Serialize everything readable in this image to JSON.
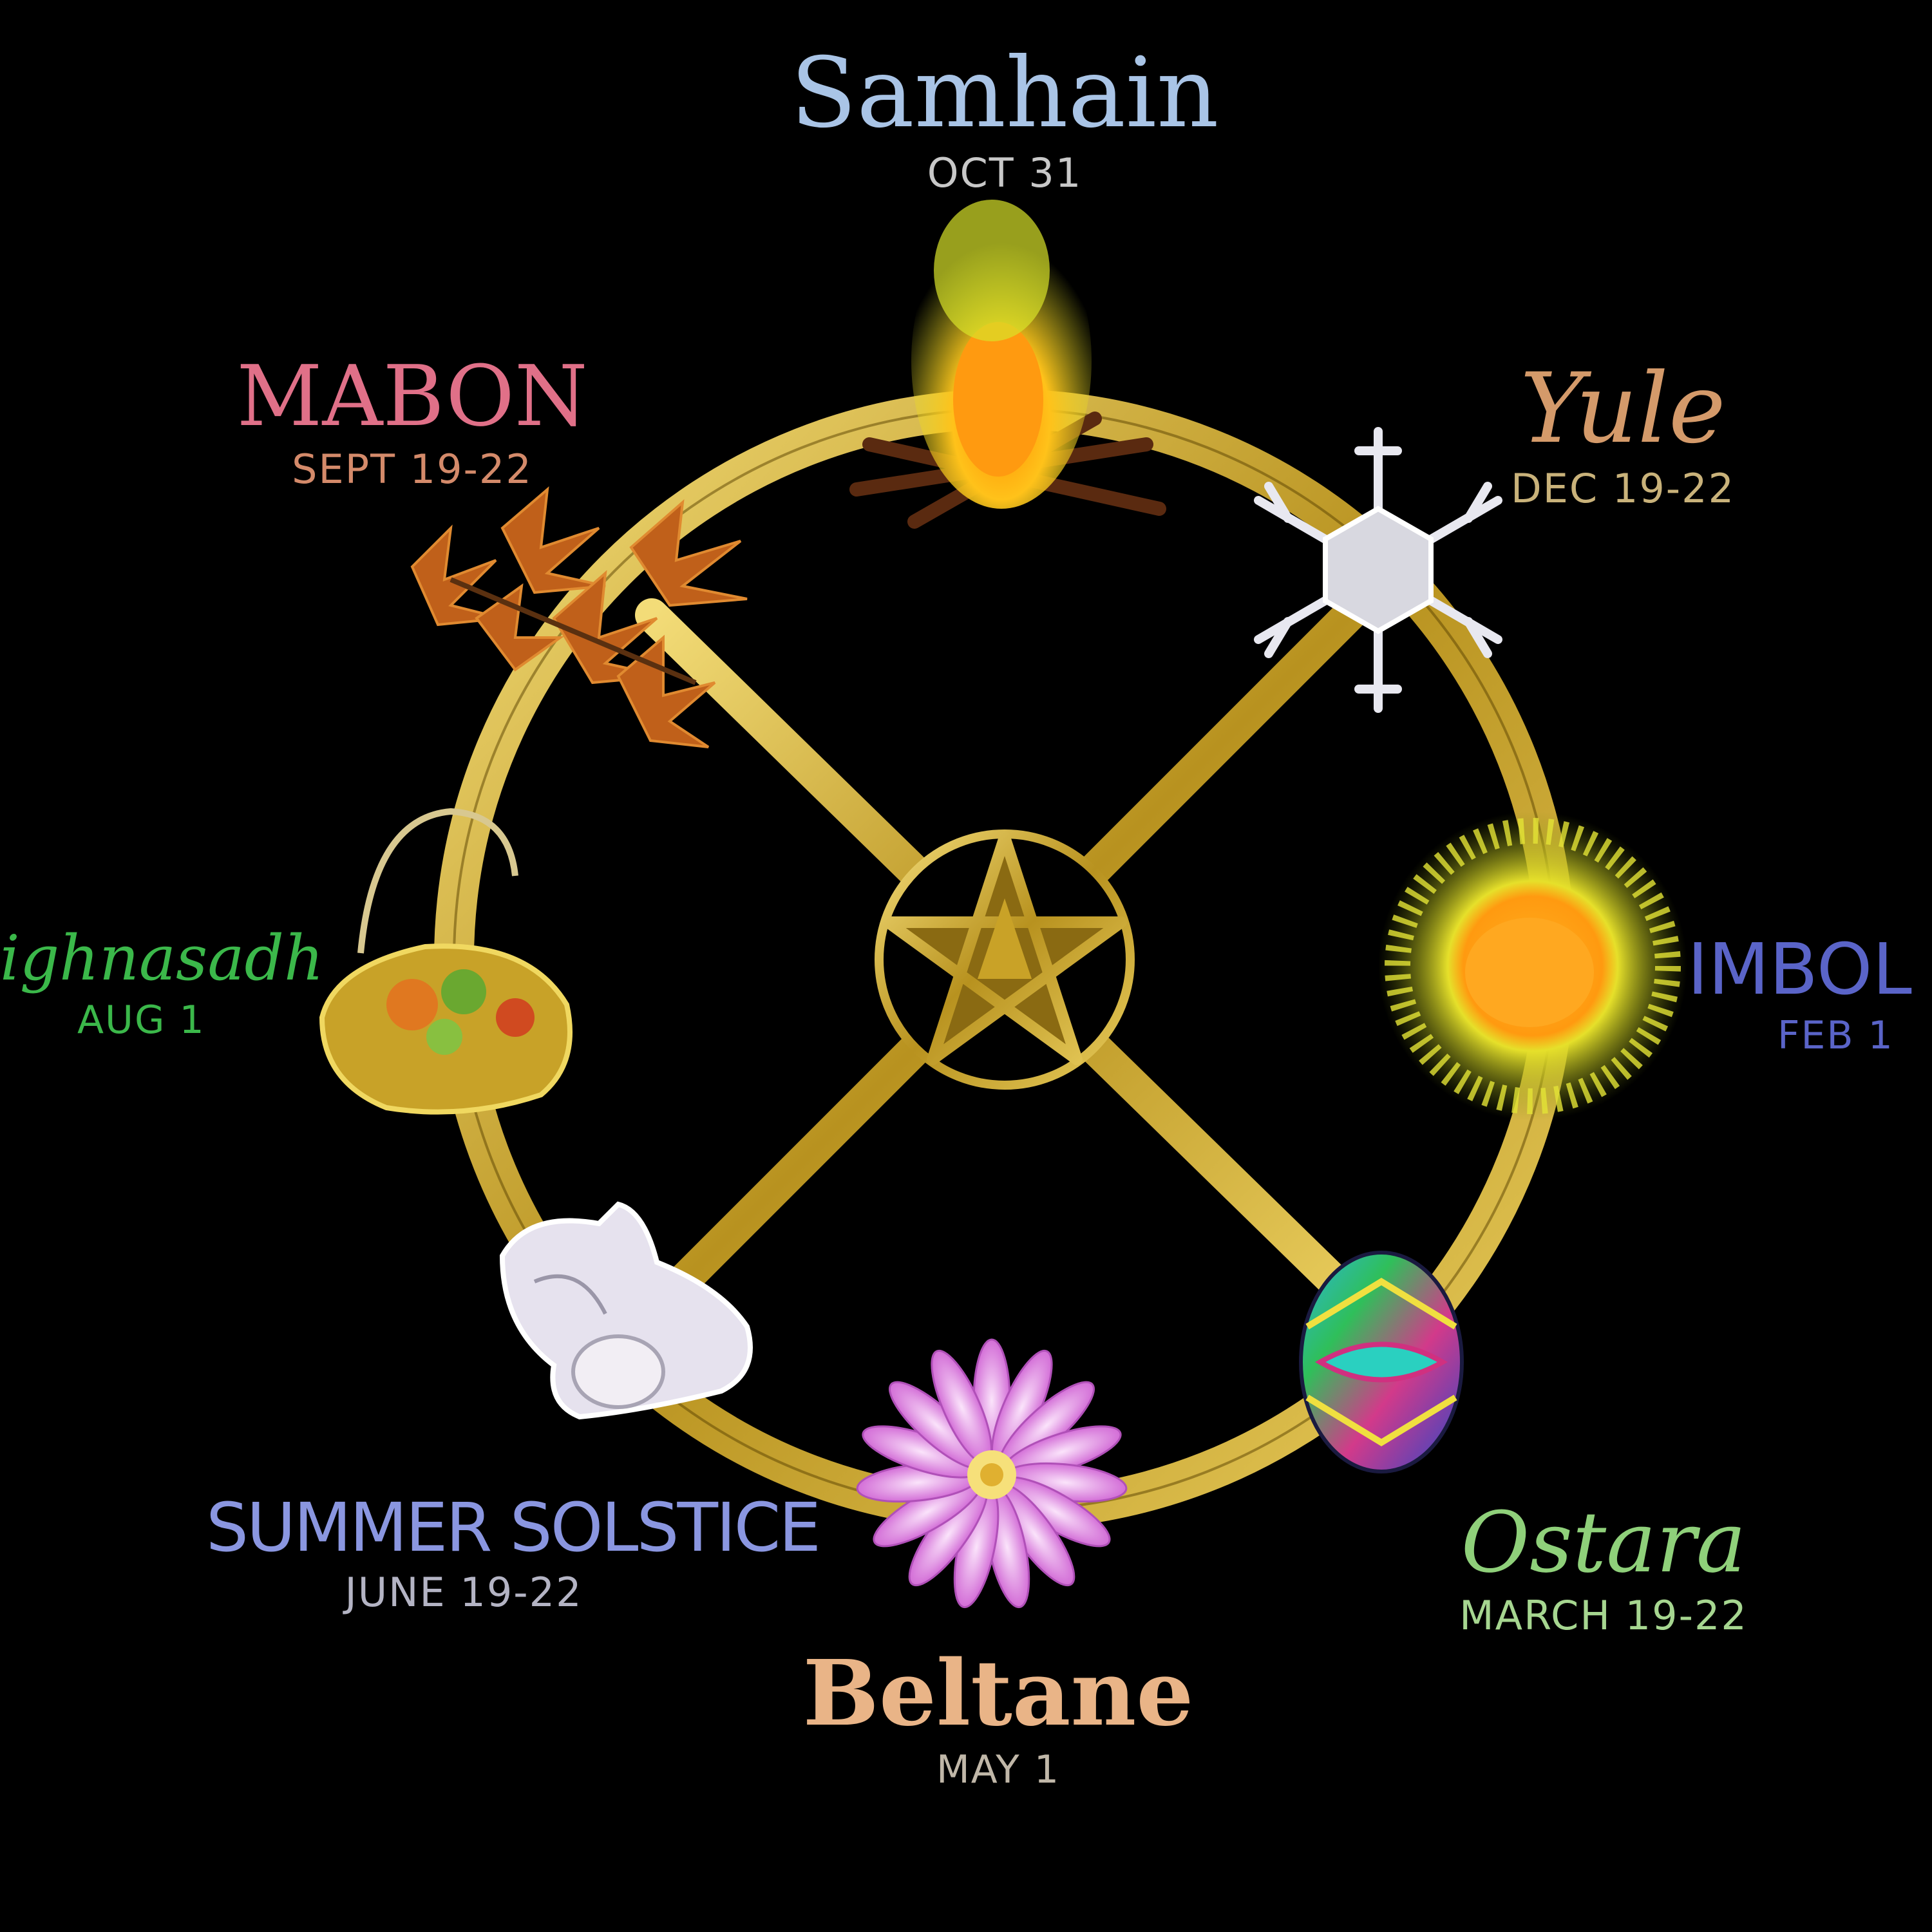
{
  "sabbats": {
    "samhain": {
      "name": "Samhain",
      "date": "OCT 31",
      "name_color": "#a9c4e6",
      "date_color": "#c8c8c8",
      "icon": "bonfire-icon"
    },
    "yule": {
      "name": "Yule",
      "date": "DEC 19-22",
      "name_color": "#d49a6a",
      "date_color": "#c9b27a",
      "icon": "snowflake-icon"
    },
    "imbolc": {
      "name": "IMBOL",
      "date": "FEB 1",
      "name_color": "#5a64c8",
      "date_color": "#5a64c8",
      "icon": "sun-icon"
    },
    "ostara": {
      "name": "Ostara",
      "date": "MARCH 19-22",
      "name_color": "#8fd07a",
      "date_color": "#a6d690",
      "icon": "painted-egg-icon"
    },
    "beltane": {
      "name": "Beltane",
      "date": "MAY 1",
      "name_color": "#e9b487",
      "date_color": "#c0b7a8",
      "icon": "flower-icon"
    },
    "litha": {
      "name": "SUMMER SOLSTICE",
      "date": "JUNE 19-22",
      "name_color": "#8a96e0",
      "date_color": "#b4b4c4",
      "icon": "seashell-icon"
    },
    "lughnasadh": {
      "name": "ighnasadh",
      "date": "AUG 1",
      "name_color": "#3bb84a",
      "date_color": "#3bb84a",
      "icon": "harvest-basket-icon"
    },
    "mabon": {
      "name": "MABON",
      "date": "SEPT 19-22",
      "name_color": "#e07088",
      "date_color": "#d48a6a",
      "icon": "autumn-leaves-icon"
    }
  },
  "colors": {
    "background": "#000000",
    "wheel_gold": "#c9a227",
    "wheel_light": "#f0d870"
  }
}
